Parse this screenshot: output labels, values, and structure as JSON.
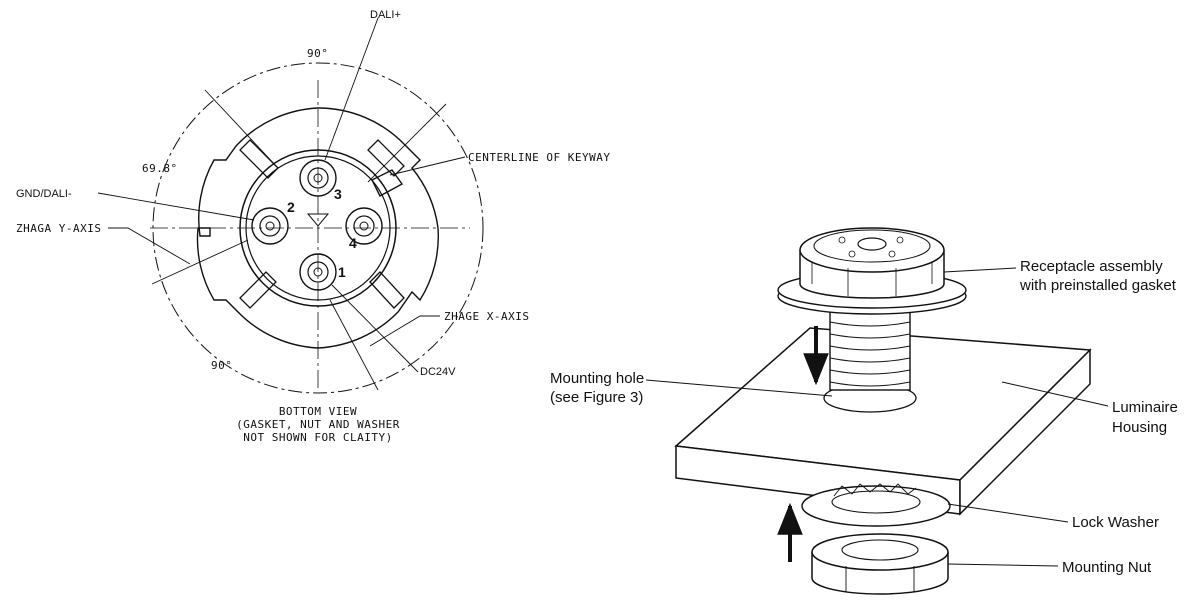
{
  "left_view": {
    "dali_plus": "DALI+",
    "angle_top": "90°",
    "angle_left": "69.8°",
    "angle_bottom": "90°",
    "centerline_of_keyway": "CENTERLINE OF KEYWAY",
    "gnd_dali_minus": "GND/DALI-",
    "zhaga_y_axis": "ZHAGA Y-AXIS",
    "zhage_x_axis": "ZHAGE X-AXIS",
    "dc24v": "DC24V",
    "pins": [
      "1",
      "2",
      "3",
      "4"
    ],
    "caption": [
      "BOTTOM VIEW",
      "(GASKET, NUT AND WASHER",
      "NOT SHOWN FOR CLAITY)"
    ]
  },
  "right_view": {
    "receptacle_assembly": [
      "Receptacle assembly",
      "with preinstalled gasket"
    ],
    "mounting_hole": [
      "Mounting hole",
      "(see Figure 3)"
    ],
    "luminaire_housing": [
      "Luminaire",
      "Housing"
    ],
    "lock_washer": "Lock Washer",
    "mounting_nut": "Mounting Nut"
  }
}
